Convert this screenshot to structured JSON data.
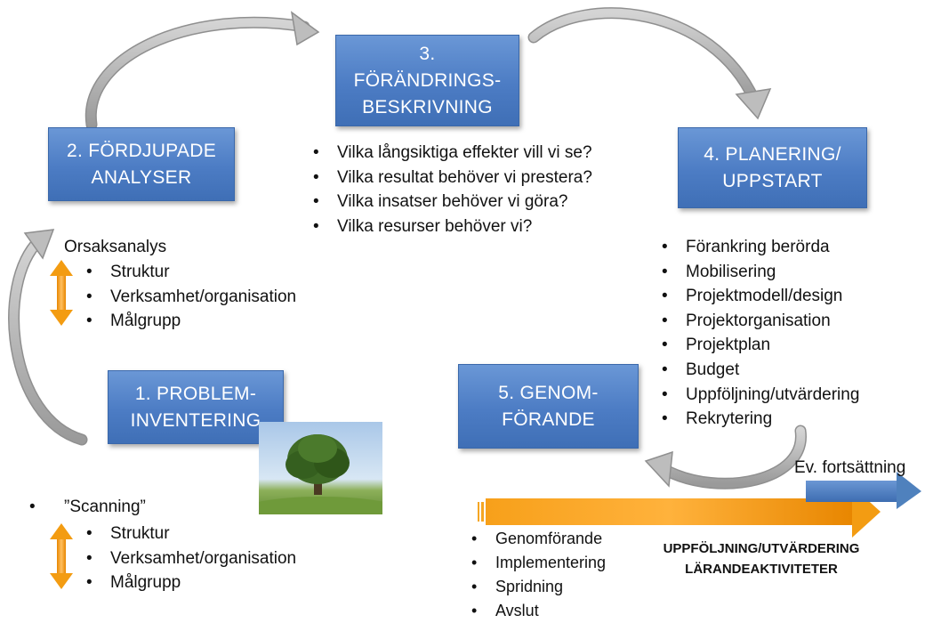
{
  "boxes": {
    "box1": "1. PROBLEM-\nINVENTERING",
    "box2": "2. FÖRDJUPADE\nANALYSER",
    "box3": "3.\nFÖRÄNDRINGS-\nBESKRIVNING",
    "box4": "4. PLANERING/\nUPPSTART",
    "box5": "5. GENOM-\nFÖRANDE"
  },
  "questions": [
    "Vilka långsiktiga effekter vill vi se?",
    "Vilka resultat behöver vi prestera?",
    "Vilka insatser behöver vi göra?",
    "Vilka resurser behöver vi?"
  ],
  "analysis": {
    "heading": "Orsaksanalys",
    "items": [
      "Struktur",
      "Verksamhet/organisation",
      "Målgrupp"
    ]
  },
  "inventory": {
    "heading": "”Scanning”",
    "items": [
      "Struktur",
      "Verksamhet/organisation",
      "Målgrupp"
    ]
  },
  "planning_items": [
    "Förankring berörda",
    "Mobilisering",
    "Projektmodell/design",
    "Projektorganisation",
    "Projektplan",
    "Budget",
    "Uppföljning/utvärdering",
    "Rekrytering"
  ],
  "execution_items": [
    "Genomförande",
    "Implementering",
    "Spridning",
    "Avslut"
  ],
  "continuation_label": "Ev. fortsättning",
  "followup": {
    "line1": "UPPFÖLJNING/UTVÄRDERING",
    "line2": "LÄRANDEAKTIVITETER"
  },
  "colors": {
    "box": "#4f81bd",
    "arrow_orange": "#ffa500",
    "arrow_blue": "#4f81bd",
    "cycle_arrow": "#b4b4b4"
  }
}
